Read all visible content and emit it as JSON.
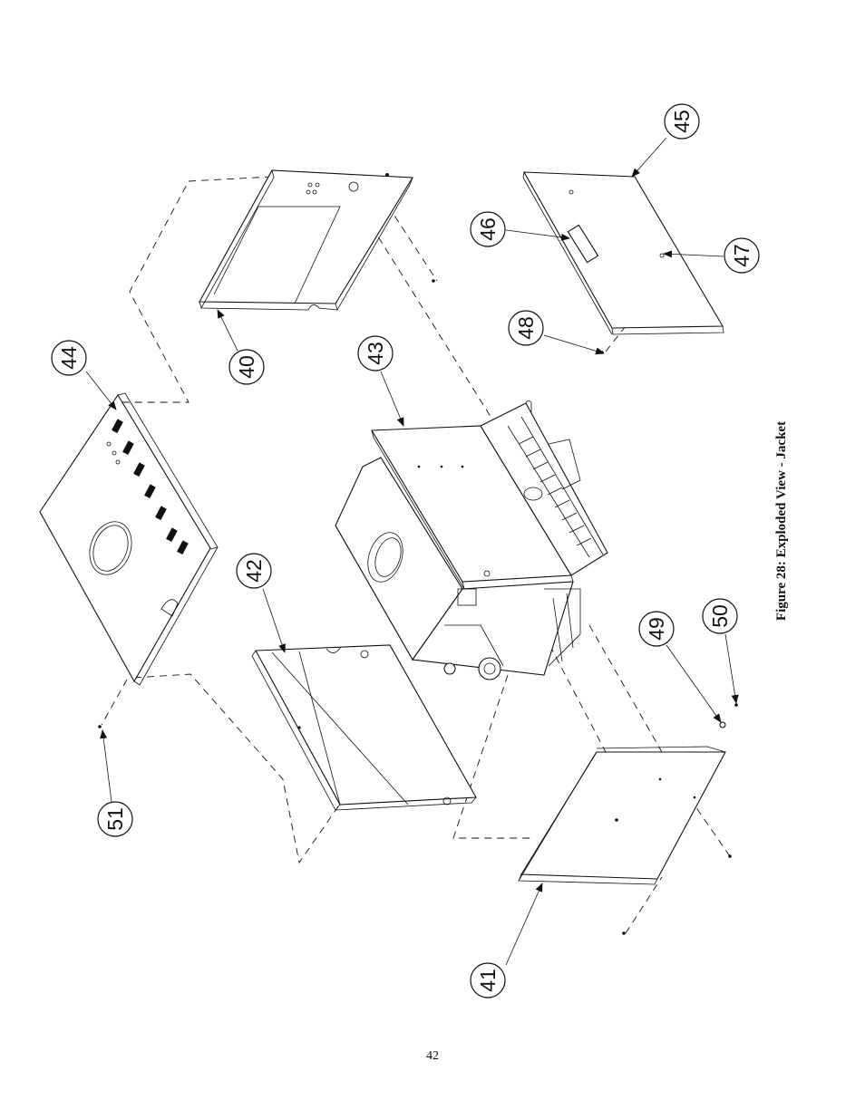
{
  "figure": {
    "caption": "Figure 28:  Exploded View - Jacket"
  },
  "callouts": {
    "c40": "40",
    "c41": "41",
    "c42": "42",
    "c43": "43",
    "c44": "44",
    "c45": "45",
    "c46": "46",
    "c47": "47",
    "c48": "48",
    "c49": "49",
    "c50": "50",
    "c51": "51"
  },
  "page": {
    "number": "42"
  }
}
